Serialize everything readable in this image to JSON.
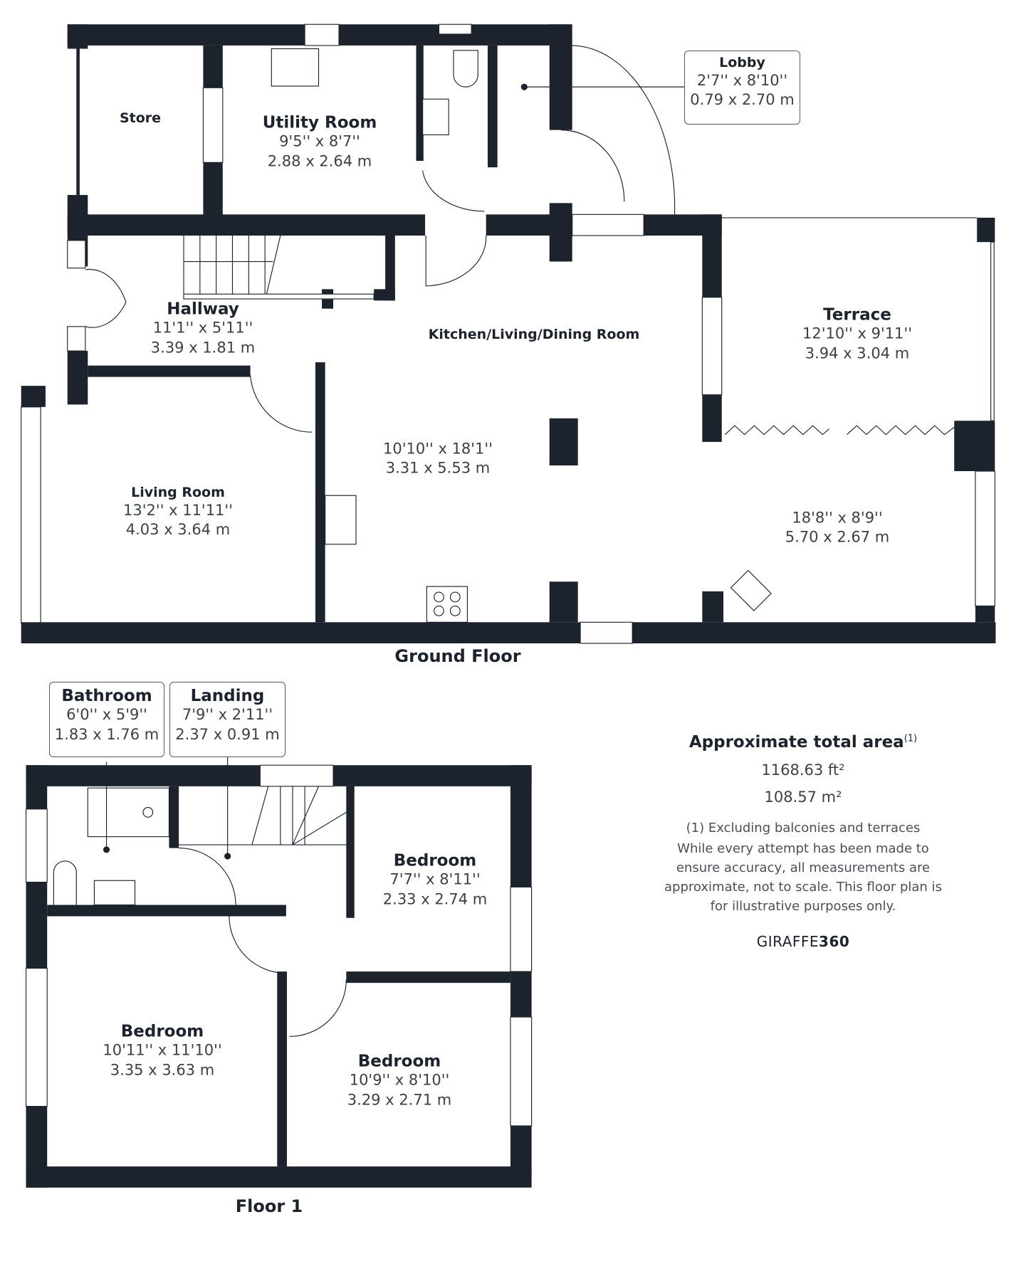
{
  "ground_floor": {
    "label": "Ground Floor",
    "rooms": {
      "store": {
        "name": "Store"
      },
      "utility": {
        "name": "Utility Room",
        "imperial": "9'5'' x 8'7''",
        "metric": "2.88 x 2.64 m"
      },
      "lobby": {
        "name": "Lobby",
        "imperial": "2'7'' x 8'10''",
        "metric": "0.79 x 2.70 m"
      },
      "hallway": {
        "name": "Hallway",
        "imperial": "11'1'' x 5'11''",
        "metric": "3.39 x 1.81 m"
      },
      "kitchen": {
        "name": "Kitchen/Living/Dining Room",
        "imperial": "10'10'' x 18'1''",
        "metric": "3.31 x 5.53 m",
        "imperial_2": "18'8'' x 8'9''",
        "metric_2": "5.70 x 2.67 m"
      },
      "terrace": {
        "name": "Terrace",
        "imperial": "12'10'' x 9'11''",
        "metric": "3.94 x 3.04 m"
      },
      "living": {
        "name": "Living Room",
        "imperial": "13'2'' x 11'11''",
        "metric": "4.03 x 3.64 m"
      }
    }
  },
  "floor_1": {
    "label": "Floor 1",
    "rooms": {
      "bathroom": {
        "name": "Bathroom",
        "imperial": "6'0'' x 5'9''",
        "metric": "1.83 x 1.76 m"
      },
      "landing": {
        "name": "Landing",
        "imperial": "7'9'' x 2'11''",
        "metric": "2.37 x 0.91 m"
      },
      "bedroom_a": {
        "name": "Bedroom",
        "imperial": "7'7'' x 8'11''",
        "metric": "2.33 x 2.74 m"
      },
      "bedroom_b": {
        "name": "Bedroom",
        "imperial": "10'11'' x 11'10''",
        "metric": "3.35 x 3.63 m"
      },
      "bedroom_c": {
        "name": "Bedroom",
        "imperial": "10'9'' x 8'10''",
        "metric": "3.29 x 2.71 m"
      }
    }
  },
  "summary": {
    "title": "Approximate total area",
    "title_sup": "(1)",
    "area_ft": "1168.63 ft²",
    "area_m": "108.57 m²",
    "note_1": "(1) Excluding balconies and terraces",
    "note_2": "While every attempt has been made to ensure accuracy, all measurements are approximate, not to scale. This floor plan is for illustrative purposes only.",
    "brand_a": "GIRAFFE",
    "brand_b": "360"
  },
  "colors": {
    "wall": "#1c232d",
    "text_secondary": "#3b4049",
    "background": "#ffffff"
  }
}
